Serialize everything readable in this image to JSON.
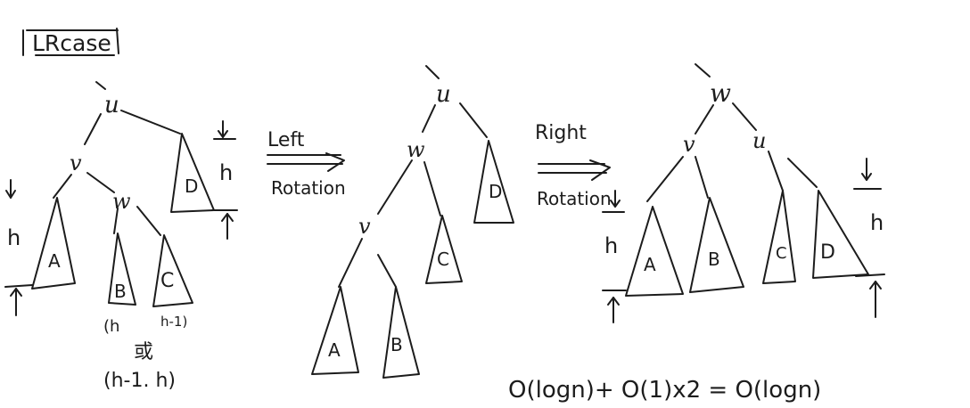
{
  "title": "LRcase",
  "labels": {
    "u": "u",
    "v": "v",
    "w": "w",
    "h": "h",
    "A": "A",
    "B": "B",
    "C": "C",
    "D": "D"
  },
  "panel1": {
    "height_note_b": "(h",
    "height_note_c": "h-1)",
    "or_char": "或",
    "height_note_alt": "(h-1. h)"
  },
  "arrow1": {
    "top": "Left",
    "bottom": "Rotation"
  },
  "arrow2": {
    "top": "Right",
    "bottom": "Rotation"
  },
  "complexity": "O(logn)+ O(1)x2 = O(logn)"
}
